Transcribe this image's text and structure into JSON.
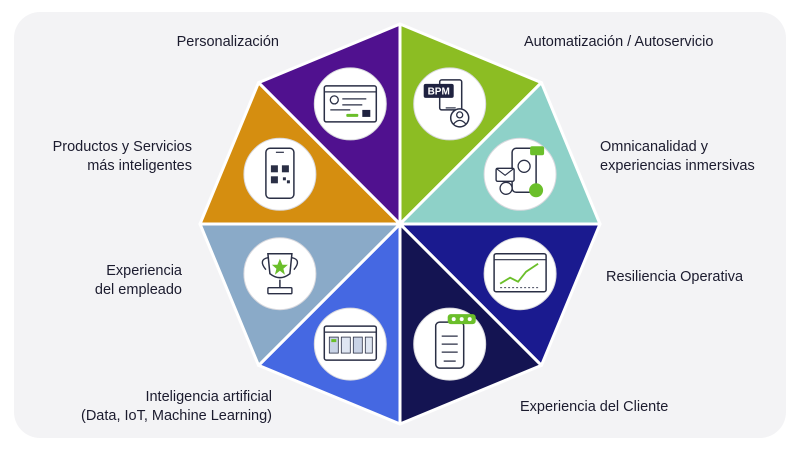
{
  "segments": [
    {
      "id": "automatizacion",
      "label": "Automatización / Autoservicio",
      "color": "#8cbd23",
      "icon": "bpm-document-icon",
      "icon_text": "BPM"
    },
    {
      "id": "omnicanalidad",
      "label": "Omnicanalidad y\nexperiencias inmersivas",
      "color": "#8ed1c8",
      "icon": "omnichannel-phone-icon"
    },
    {
      "id": "resiliencia",
      "label": "Resiliencia Operativa",
      "color": "#1a1a8f",
      "icon": "line-chart-icon"
    },
    {
      "id": "experiencia-cliente",
      "label": "Experiencia del Cliente",
      "color": "#141452",
      "icon": "checklist-phone-icon"
    },
    {
      "id": "inteligencia-artificial",
      "label": "Inteligencia artificial\n(Data, IoT, Machine Learning)",
      "color": "#4568e2",
      "icon": "dashboard-screen-icon"
    },
    {
      "id": "experiencia-empleado",
      "label": "Experiencia\ndel empleado",
      "color": "#8aaac8",
      "icon": "trophy-icon"
    },
    {
      "id": "productos-servicios",
      "label": "Productos y Servicios\nmás inteligentes",
      "color": "#d58e10",
      "icon": "qr-phone-icon"
    },
    {
      "id": "personalizacion",
      "label": "Personalización",
      "color": "#50118f",
      "icon": "profile-card-icon"
    }
  ]
}
